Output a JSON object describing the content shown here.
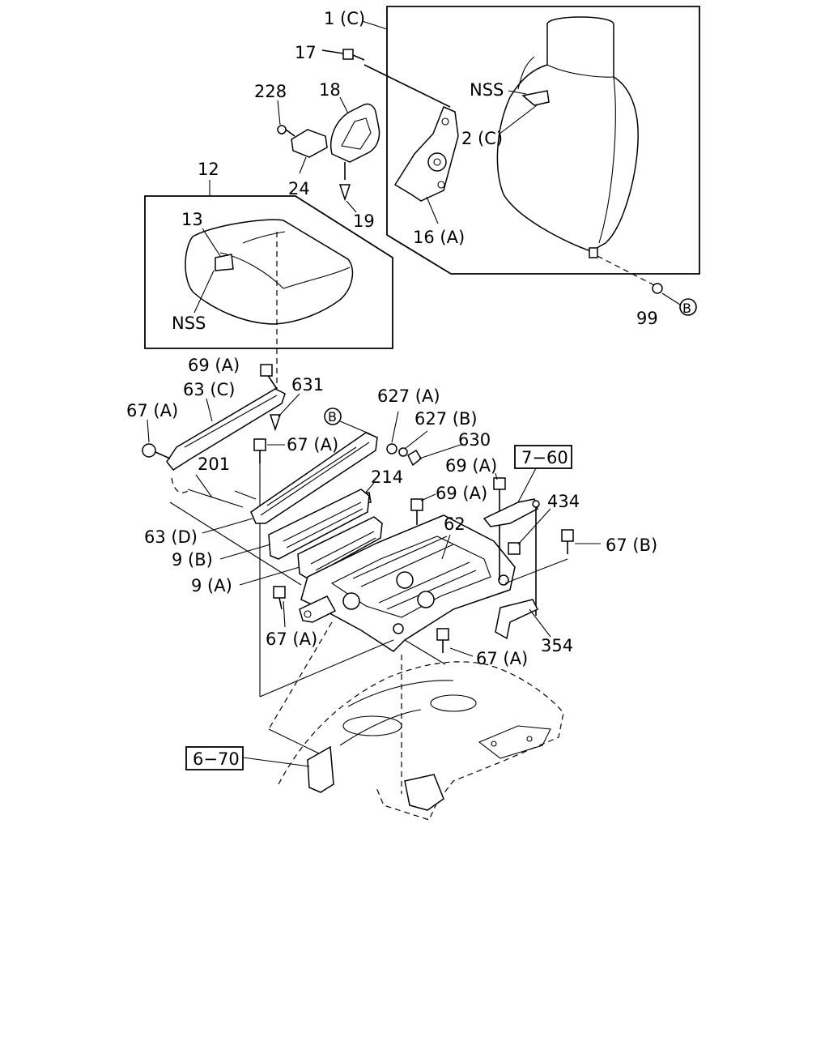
{
  "labels": {
    "l_1c": "1 (C)",
    "l_17": "17",
    "l_228": "228",
    "l_18": "18",
    "l_nss_top": "NSS",
    "l_2c": "2 (C)",
    "l_24": "24",
    "l_19": "19",
    "l_12": "12",
    "l_13": "13",
    "l_16a": "16 (A)",
    "l_nss_cushion": "NSS",
    "l_99": "99",
    "l_b_top": "B",
    "l_69a_1": "69 (A)",
    "l_631": "631",
    "l_627a": "627 (A)",
    "l_63c": "63 (C)",
    "l_627b": "627 (B)",
    "l_67a_1": "67 (A)",
    "l_b_mid": "B",
    "l_67a_2": "67 (A)",
    "l_630": "630",
    "l_7_60": "7−60",
    "l_201": "201",
    "l_69a_2": "69 (A)",
    "l_214": "214",
    "l_69a_3": "69 (A)",
    "l_434": "434",
    "l_62": "62",
    "l_63d": "63 (D)",
    "l_67b": "67 (B)",
    "l_9b": "9 (B)",
    "l_9a": "9 (A)",
    "l_67a_3": "67 (A)",
    "l_354": "354",
    "l_67a_4": "67 (A)",
    "l_6_70": "6−70"
  }
}
